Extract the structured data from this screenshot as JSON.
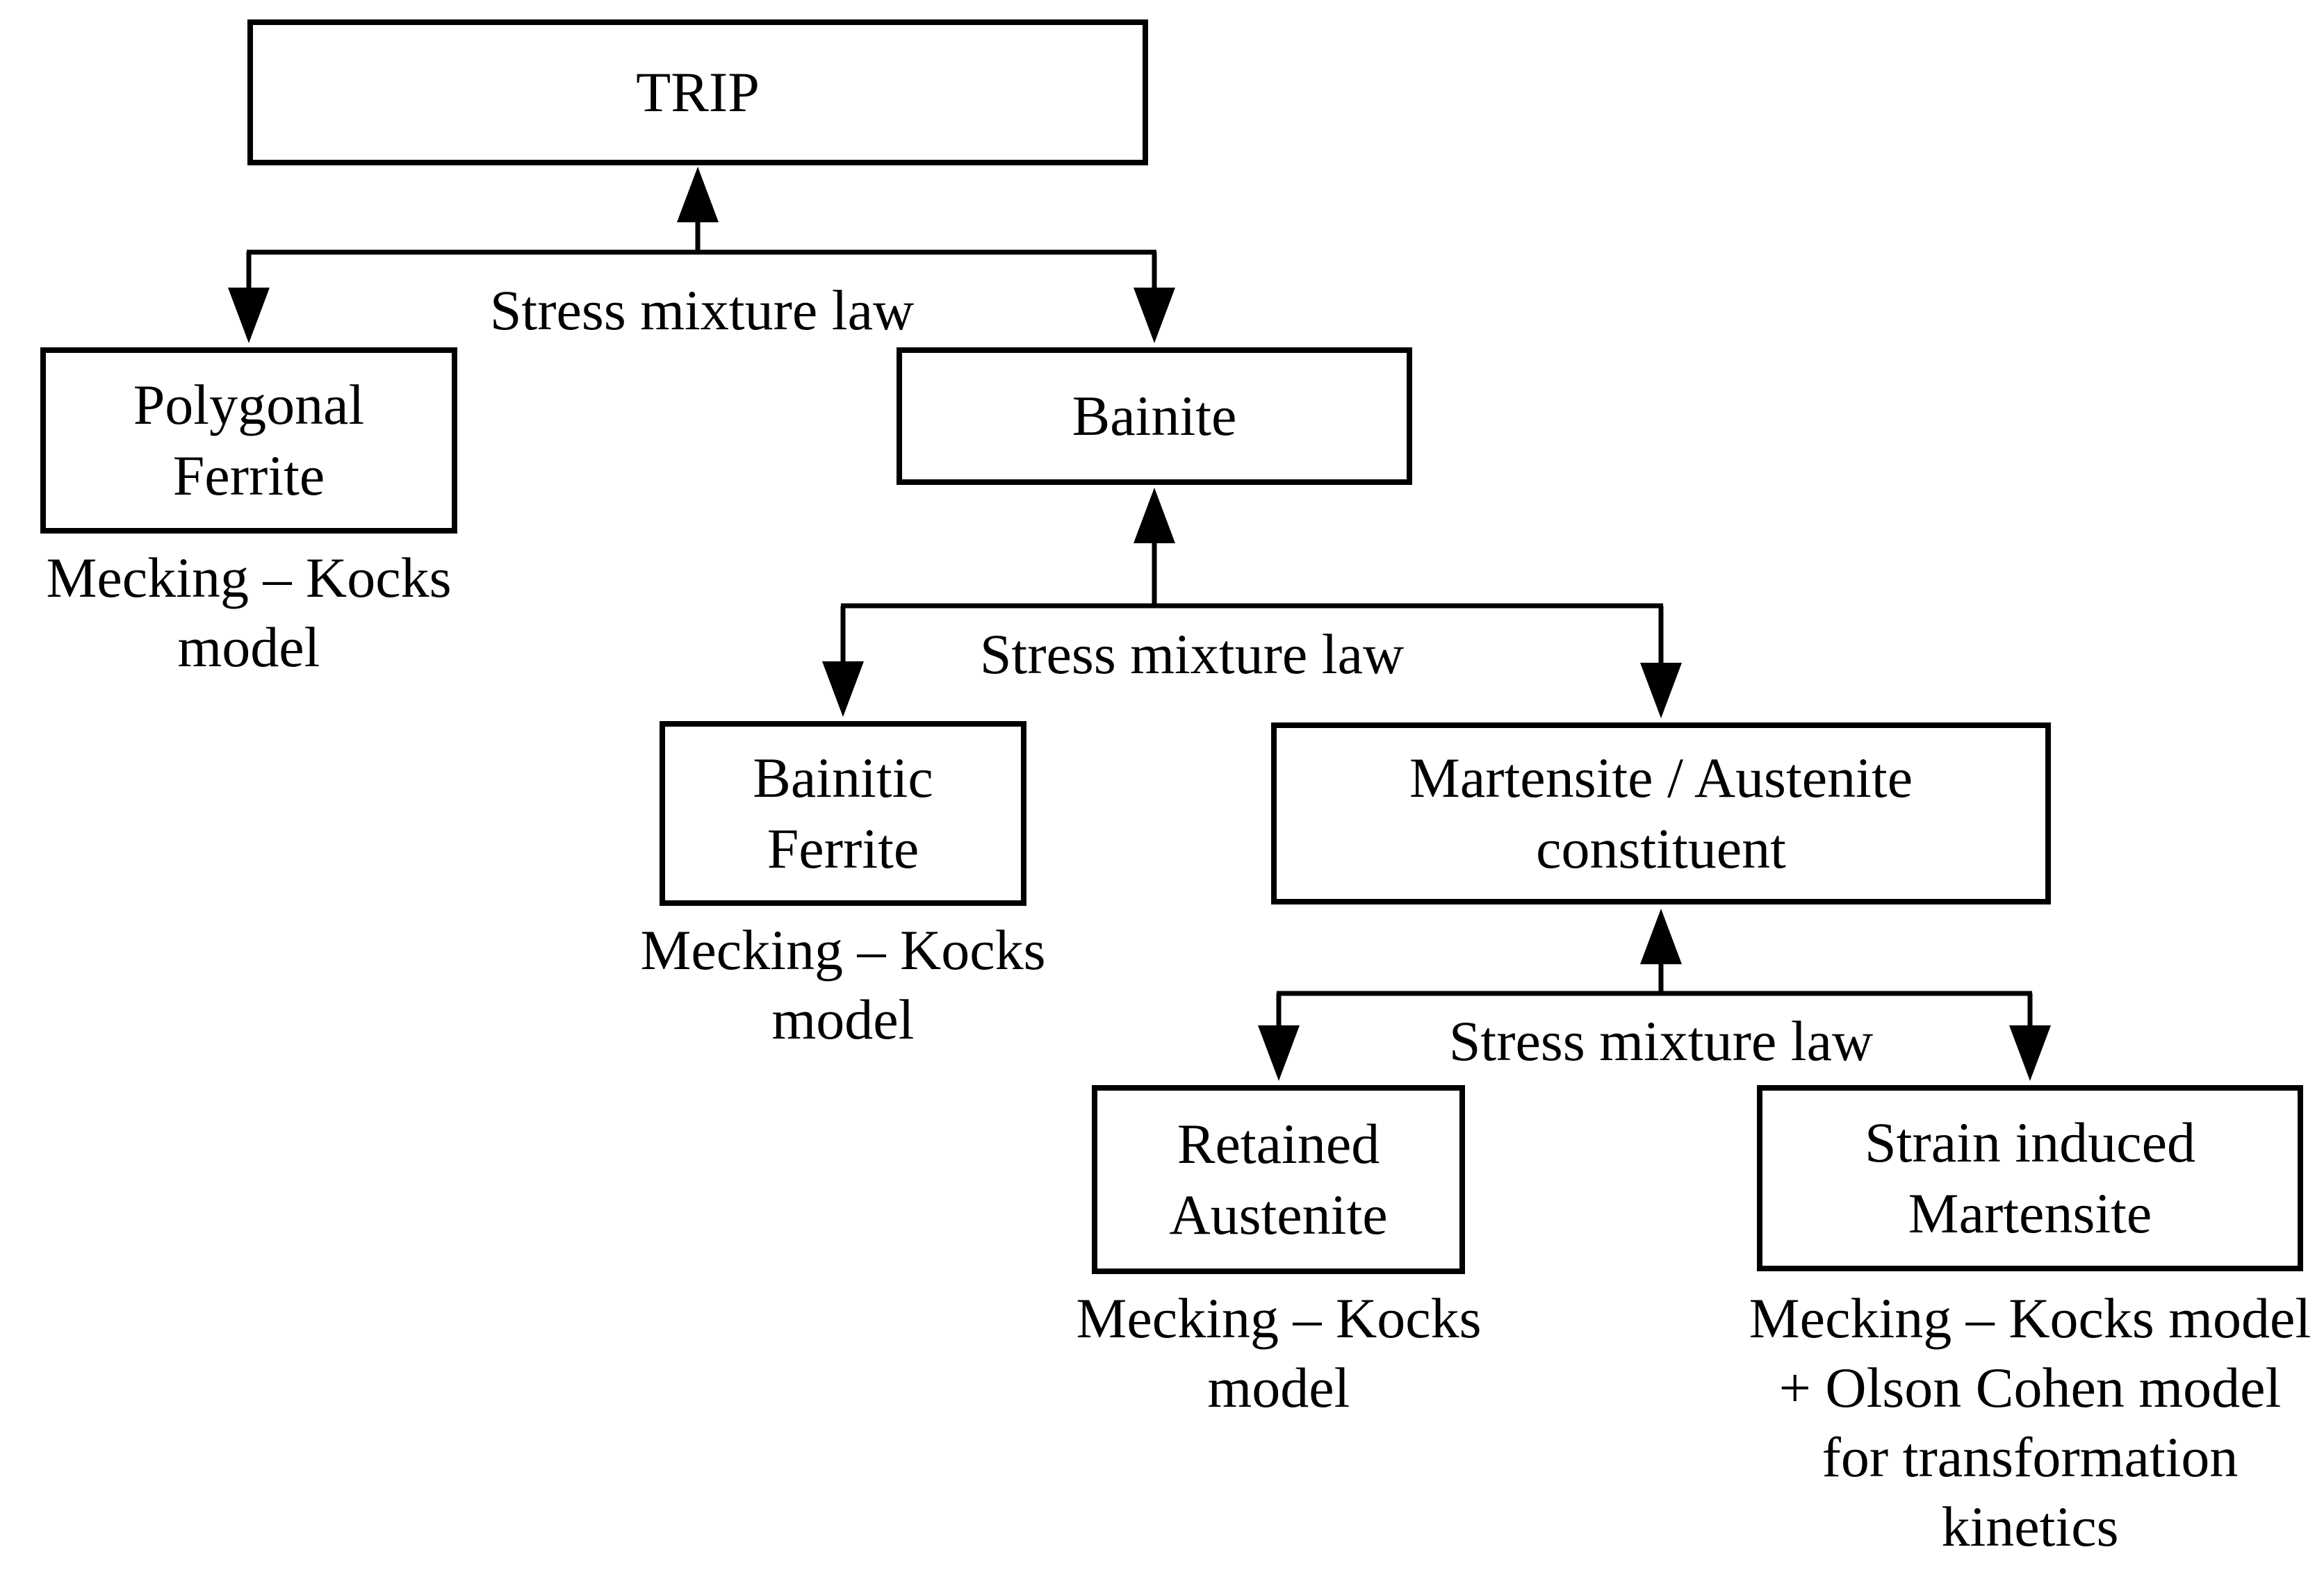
{
  "colors": {
    "background": "#ffffff",
    "line": "#000000",
    "text": "#000000"
  },
  "nodes": {
    "trip": {
      "label": "TRIP"
    },
    "polygonal_ferrite": {
      "line1": "Polygonal",
      "line2": "Ferrite"
    },
    "bainite": {
      "label": "Bainite"
    },
    "bainitic_ferrite": {
      "line1": "Bainitic",
      "line2": "Ferrite"
    },
    "martensite_austenite": {
      "line1": "Martensite / Austenite",
      "line2": "constituent"
    },
    "retained_austenite": {
      "line1": "Retained",
      "line2": "Austenite"
    },
    "strain_induced_martensite": {
      "line1": "Strain induced",
      "line2": "Martensite"
    }
  },
  "captions": {
    "polygonal_ferrite": {
      "line1": "Mecking – Kocks",
      "line2": "model"
    },
    "bainitic_ferrite": {
      "line1": "Mecking – Kocks",
      "line2": "model"
    },
    "retained_austenite": {
      "line1": "Mecking – Kocks",
      "line2": "model"
    },
    "strain_induced_martensite": {
      "line1": "Mecking – Kocks model",
      "line2": "+ Olson Cohen model",
      "line3": "for transformation",
      "line4": "kinetics"
    }
  },
  "edge_labels": {
    "junction1": "Stress mixture law",
    "junction2": "Stress mixture law",
    "junction3": "Stress mixture law"
  }
}
